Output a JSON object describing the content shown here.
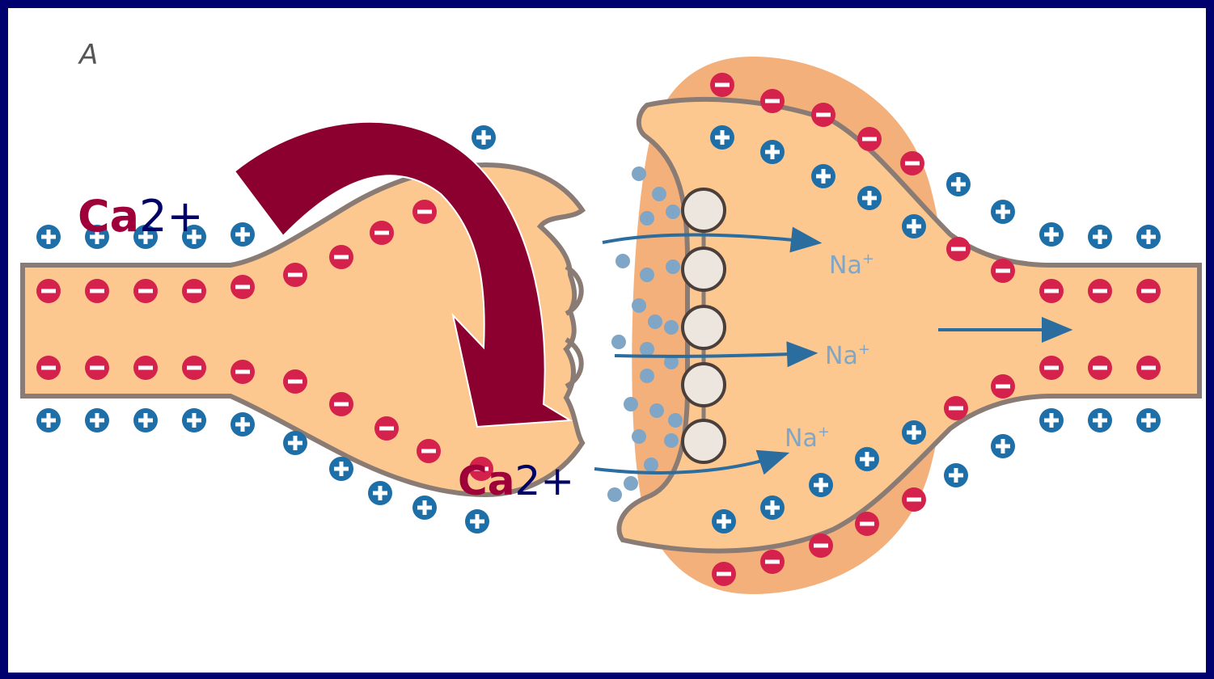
{
  "panel_letter": "A",
  "ca_labels": [
    {
      "element": "Ca",
      "charge": "2+"
    },
    {
      "element": "Ca",
      "charge": "2+"
    }
  ],
  "na_labels": [
    {
      "text": "Na",
      "sup": "+"
    },
    {
      "text": "Na",
      "sup": "+"
    },
    {
      "text": "Na",
      "sup": "+"
    }
  ],
  "colors": {
    "slide_background": "#00006e",
    "panel_background": "#ffffff",
    "cell_fill": "#fcc890",
    "cleft_fill": "#f4b07a",
    "membrane": "#8a7c74",
    "negative_ion": "#d4224c",
    "positive_ion": "#1e6fa8",
    "vesicle_dot": "#7fa6c6",
    "arrow_fill": "#8c0030",
    "na_arrow": "#2a6d9e",
    "ca_text": "#a0003a",
    "charge_text": "#000066"
  },
  "icons": [
    "plus-ion-icon",
    "minus-ion-icon",
    "receptor-vesicle-icon",
    "curved-arrow-icon",
    "straight-arrow-icon"
  ]
}
